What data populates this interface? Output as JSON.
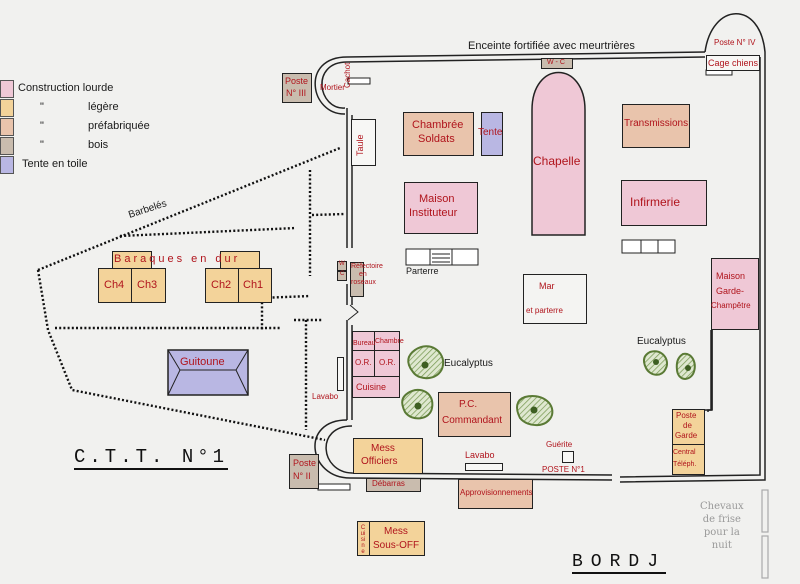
{
  "legend": {
    "items": [
      {
        "label": "Construction lourde",
        "prefix": "",
        "color": "#efc8d6"
      },
      {
        "label": "légère",
        "prefix": "\"",
        "color": "#f3d39a"
      },
      {
        "label": "préfabriquée",
        "prefix": "\"",
        "color": "#e9c4ac"
      },
      {
        "label": "bois",
        "prefix": "\"",
        "color": "#c9bcae"
      },
      {
        "label": "Tente en toile",
        "prefix": "",
        "color": "#b9b7e3"
      }
    ]
  },
  "titles": {
    "camp": "C.T.T. N°1",
    "fort": "BORDJ"
  },
  "annotations": {
    "enceinte": "Enceinte fortifiée avec meurtrières",
    "barbeles": "Barbelés",
    "eucalyptus_left": "Eucalyptus",
    "eucalyptus_right": "Eucalyptus",
    "parterre": "Parterre",
    "pencil_note": [
      "Chevaux",
      "de frise",
      "pour la",
      "nuit"
    ]
  },
  "camp": {
    "baraques_label": "Baraques en dur",
    "rooms": [
      "Ch4",
      "Ch3",
      "Ch2",
      "Ch1"
    ],
    "guitoune": "Guitoune"
  },
  "buildings": {
    "poste3": [
      "Poste",
      "N° III"
    ],
    "mortier": "Mortier",
    "cachot": "Cachot",
    "taule": "Taule",
    "chambree": [
      "Chambrée",
      "Soldats"
    ],
    "tente": "Tente",
    "chapelle": "Chapelle",
    "transmissions": "Transmissions",
    "poste4": "Poste N° IV",
    "cage": "Cage chiens",
    "wc_top": "W - C",
    "maison_instituteur": [
      "Maison",
      "Instituteur"
    ],
    "infirmerie": "Infirmerie",
    "wc_side": [
      "W",
      "C"
    ],
    "refectoire": [
      "Réfectoire",
      "en",
      "roseaux"
    ],
    "mare": [
      "Mar",
      "et parterre"
    ],
    "maison_garde": [
      "Maison",
      "Garde-",
      "Champêtre"
    ],
    "bureau": "Bureau",
    "chambre": "Chambre",
    "or1": "O.R.",
    "or2": "O.R.",
    "cuisine": "Cuisine",
    "lavabo_left": "Lavabo",
    "pc": [
      "P.C.",
      "Commandant"
    ],
    "mess_officiers": [
      "Mess",
      "Officiers"
    ],
    "debarras": "Débarras",
    "lavabo_mid": "Lavabo",
    "guerite": "Guérite",
    "poste1": "POSTE N°1",
    "approvisionnements": "Approvisionnements",
    "poste2": [
      "Poste",
      "N° II"
    ],
    "mess_sousoff": [
      "Mess",
      "Sous-OFF"
    ],
    "cuisine_small": "Cuisine",
    "poste_garde": [
      "Poste",
      "de",
      "Garde"
    ],
    "central": [
      "Central",
      "Téléph."
    ]
  }
}
